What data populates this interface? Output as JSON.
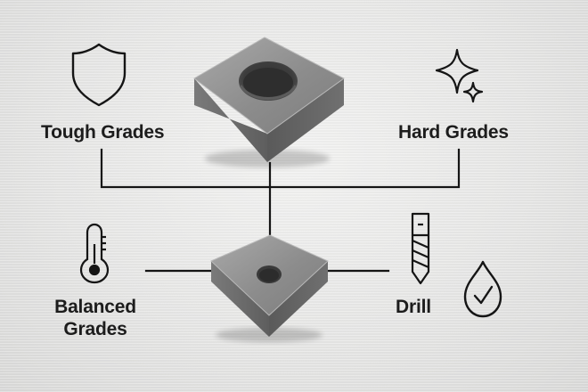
{
  "labels": {
    "tough": "Tough Grades",
    "hard": "Hard Grades",
    "balanced_line1": "Balanced",
    "balanced_line2": "Grades",
    "drill": "Drill"
  },
  "icons": {
    "tough": "shield-icon",
    "hard": "sparkle-icon",
    "balanced": "thermometer-icon",
    "drill": "drill-bit-icon",
    "extra": "drop-check-icon"
  },
  "colors": {
    "background": "#e6e6e5",
    "line": "#151515",
    "insert_top": "#8f8f8f",
    "insert_side": "#6e6e6e",
    "text": "#1c1c1c"
  }
}
